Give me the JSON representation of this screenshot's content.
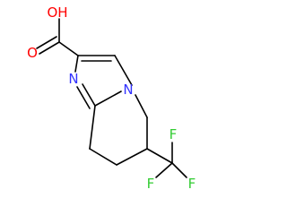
{
  "molecule": {
    "labels": {
      "hydroxyl": "OH",
      "carbonyl_oxygen": "O",
      "ring_nitrogen_imine": "N",
      "ring_nitrogen_bridge": "N",
      "fluorine_top": "F",
      "fluorine_left": "F",
      "fluorine_right": "F"
    },
    "colors": {
      "bond": "#000000",
      "oxygen": "#ff0000",
      "nitrogen": "#3333ff",
      "fluorine": "#33cc33"
    }
  }
}
